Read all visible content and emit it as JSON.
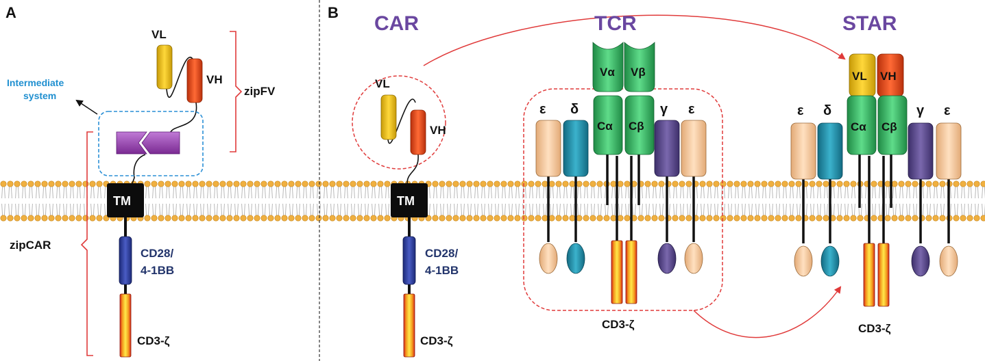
{
  "panel_a": {
    "letter": "A",
    "vl": "VL",
    "vh": "VH",
    "zipfv": "zipFV",
    "intermediate_line1": "Intermediate",
    "intermediate_line2": "system",
    "tm": "TM",
    "cd28_line1": "CD28/",
    "cd28_line2": "4-1BB",
    "zipcar": "zipCAR",
    "cd3z": "CD3-ζ"
  },
  "panel_b": {
    "letter": "B",
    "car": {
      "title": "CAR",
      "vl": "VL",
      "vh": "VH",
      "tm": "TM",
      "cd28_line1": "CD28/",
      "cd28_line2": "4-1BB",
      "cd3z": "CD3-ζ"
    },
    "tcr": {
      "title": "TCR",
      "valpha": "Vα",
      "vbeta": "Vβ",
      "calpha": "Cα",
      "cbeta": "Cβ",
      "epsilon1": "ε",
      "delta": "δ",
      "gamma": "γ",
      "epsilon2": "ε",
      "cd3z": "CD3-ζ"
    },
    "star": {
      "title": "STAR",
      "vl": "VL",
      "vh": "VH",
      "calpha": "Cα",
      "cbeta": "Cβ",
      "epsilon1": "ε",
      "delta": "δ",
      "gamma": "γ",
      "epsilon2": "ε",
      "cd3z": "CD3-ζ"
    }
  },
  "colors": {
    "yellow": "#f2c21b",
    "red_orange": "#e8481c",
    "purple": "#9a3fb0",
    "navy": "#2c3e9a",
    "peach": "#f5c79a",
    "teal": "#1f8aa6",
    "green": "#35b563",
    "violet": "#5c4a8f",
    "lipid_head": "#f0b040",
    "red_line": "#e03a3a",
    "dashed_blue": "#2a8fd6"
  }
}
